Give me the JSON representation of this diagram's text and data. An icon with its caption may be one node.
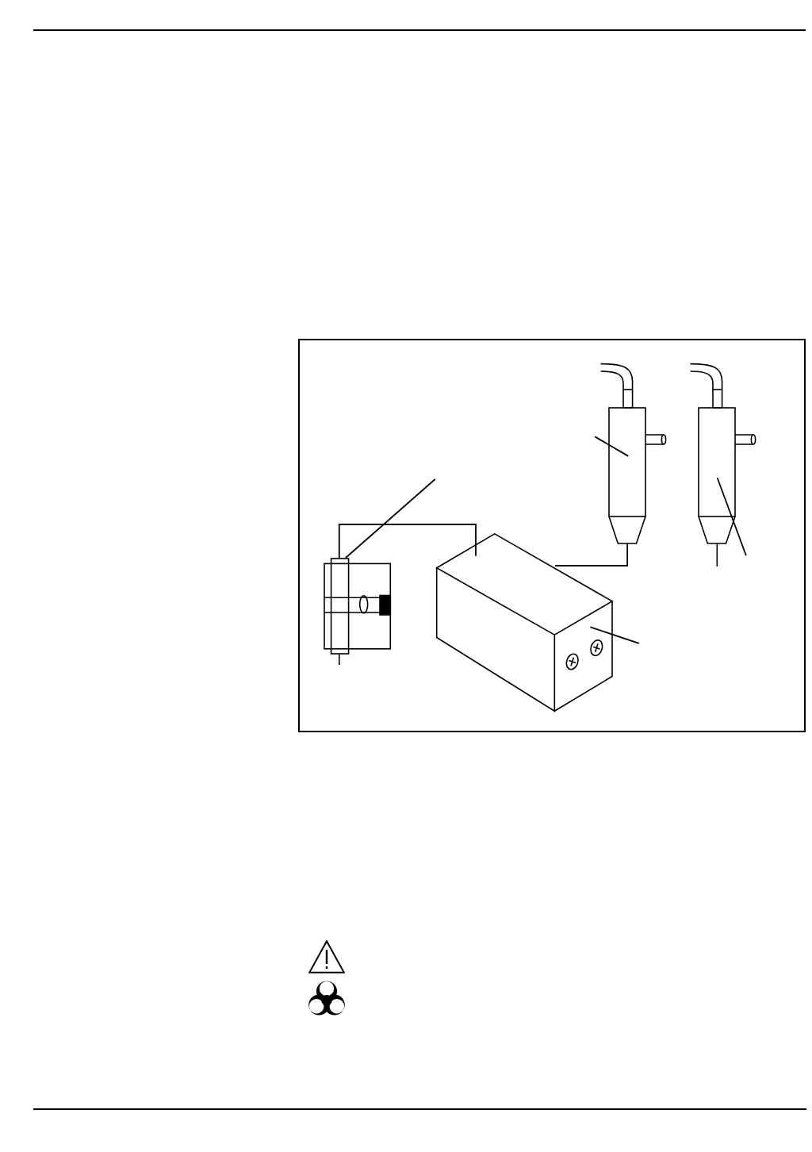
{
  "diagram": {
    "nodes": [
      {
        "text": [],
        "shape": "picture"
      },
      {
        "text": [],
        "shape": "picture"
      },
      {
        "text": [],
        "shape": "picture"
      },
      {
        "text": [],
        "shape": "picture"
      }
    ],
    "edges": [
      {
        "from": null,
        "to": 0,
        "arrow": "none"
      },
      {
        "from": null,
        "to": 2,
        "arrow": "none"
      },
      {
        "from": 2,
        "to": 3,
        "arrow": "none"
      },
      {
        "from": null,
        "to": 1,
        "arrow": "none"
      },
      {
        "from": 3,
        "to": 0,
        "arrow": "none"
      },
      {
        "from": null,
        "to": 3,
        "arrow": "none"
      }
    ]
  }
}
